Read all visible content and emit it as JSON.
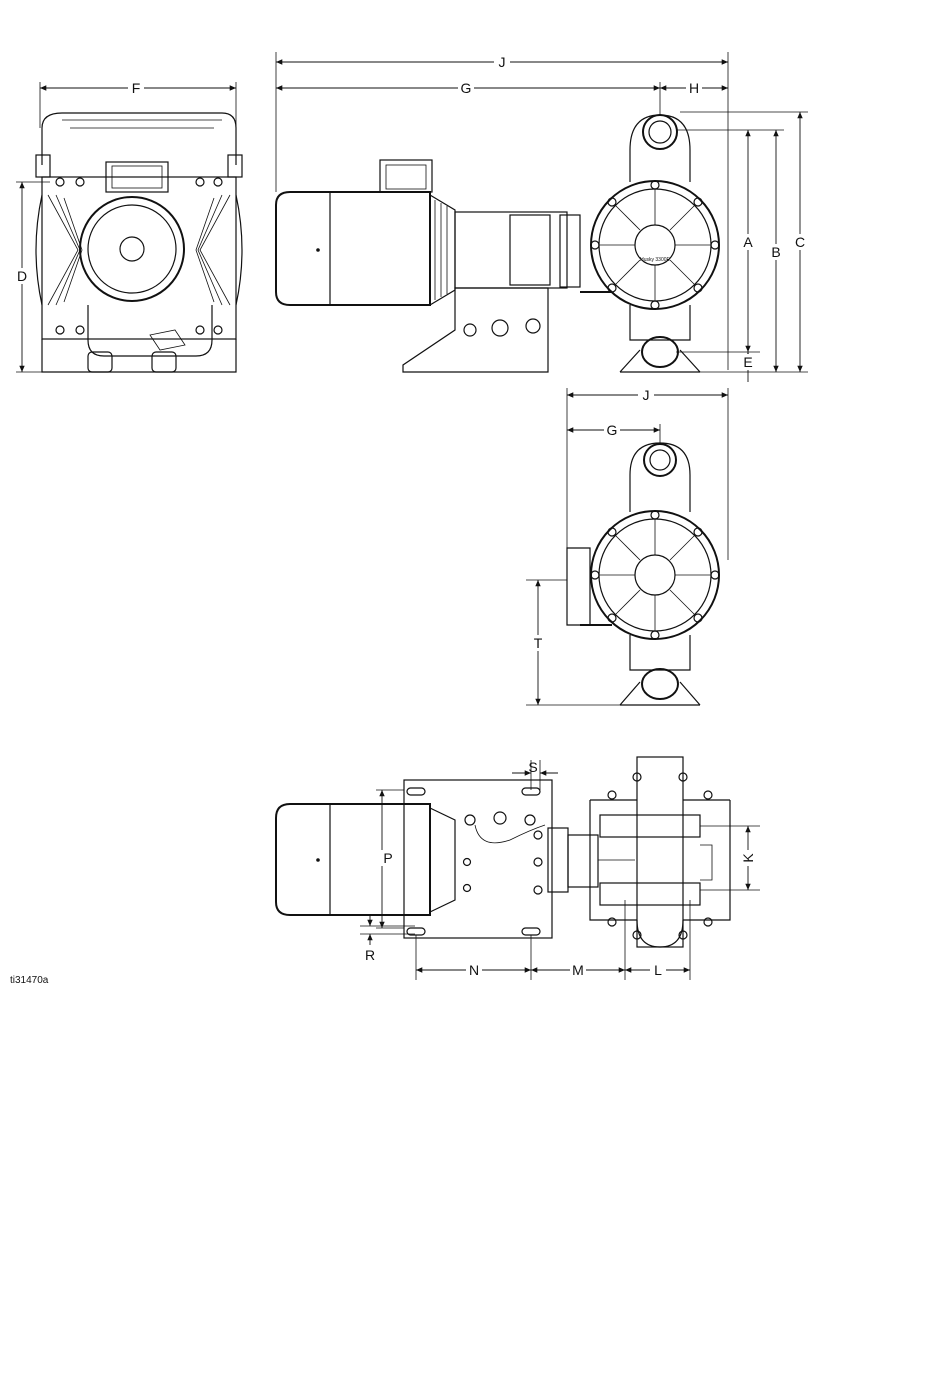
{
  "labels": {
    "A": "A",
    "B": "B",
    "C": "C",
    "D": "D",
    "E": "E",
    "F": "F",
    "G": "G",
    "H": "H",
    "J": "J",
    "K": "K",
    "L": "L",
    "M": "M",
    "N": "N",
    "P": "P",
    "R": "R",
    "S": "S",
    "T": "T"
  },
  "nameplate": "Husky 3300E",
  "figure_id": "ti31470a"
}
